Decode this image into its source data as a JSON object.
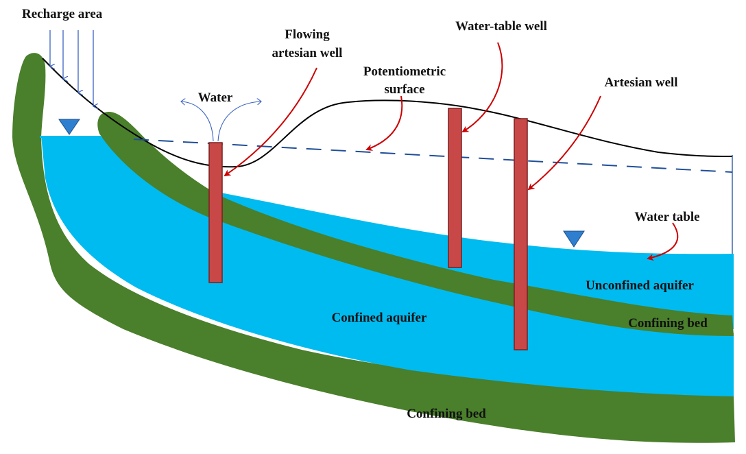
{
  "diagram": {
    "type": "groundwater aquifer cross-section",
    "labels": {
      "recharge_area": "Recharge area",
      "flowing_artesian_well_line1": "Flowing",
      "flowing_artesian_well_line2": "artesian  well",
      "water": "Water",
      "potentiometric_surface_line1": "Potentiometric",
      "potentiometric_surface_line2": "surface",
      "water_table_well": "Water-table well",
      "artesian_well": "Artesian  well",
      "water_table": "Water table",
      "unconfined_aquifer": "Unconfined aquifer",
      "confining_bed_upper": "Confining bed",
      "confined_aquifer": "Confined aquifer",
      "confining_bed_lower": "Confining bed"
    },
    "colors": {
      "aquifer_water": "#00bbf0",
      "confining_bed": "#4a7f2b",
      "well": "#c84848",
      "well_edge": "#7a1f1f",
      "pointer_arrow": "#cc0000",
      "recharge_arrow": "#3a62c4",
      "potentiometric_line": "#1f4e99",
      "land_surface": "#000000",
      "water_table_marker": "#2f7fd0"
    },
    "wells": [
      {
        "name": "Flowing artesian well"
      },
      {
        "name": "Water-table well"
      },
      {
        "name": "Artesian well"
      }
    ]
  }
}
